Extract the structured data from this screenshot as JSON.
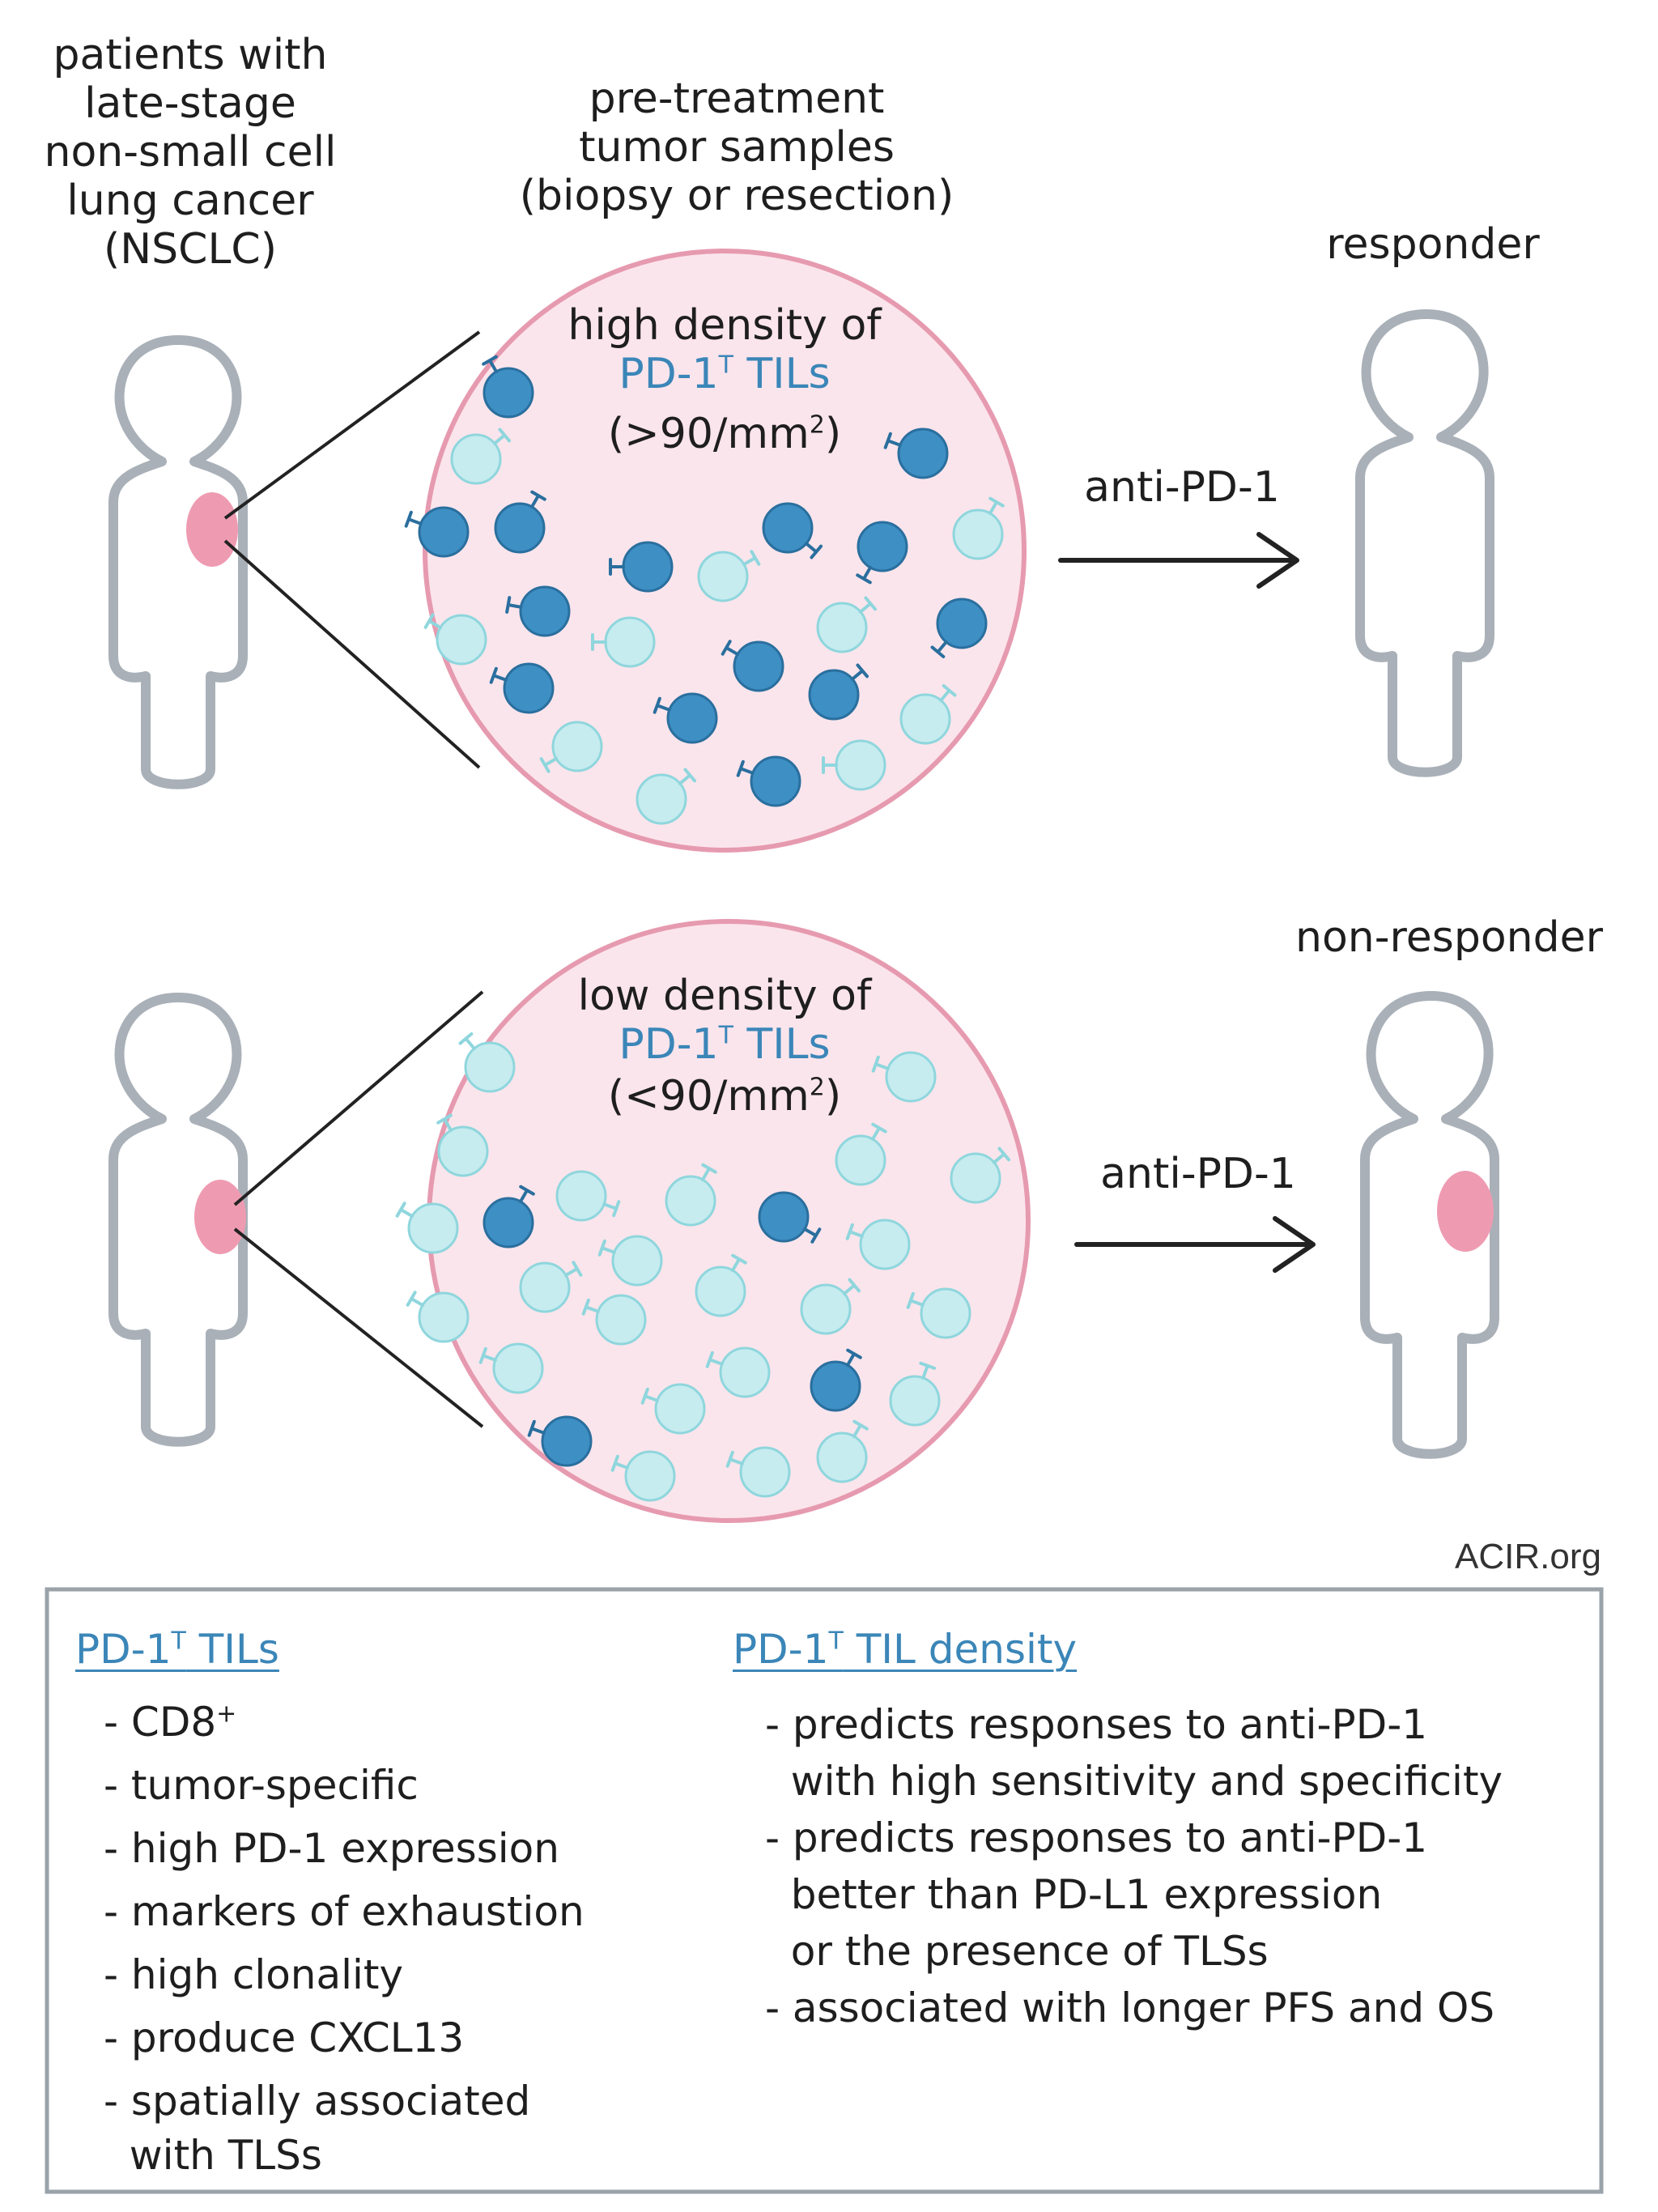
{
  "top_labels": {
    "patients": [
      "patients with",
      "late-stage",
      "non-small cell",
      "lung cancer",
      "(NSCLC)"
    ],
    "samples": [
      "pre-treatment",
      "tumor samples",
      "(biopsy or resection)"
    ]
  },
  "scenario_high": {
    "density_line": "high density of",
    "tils_prefix": "PD-1",
    "tils_sup": "T",
    "tils_suffix": " TILs",
    "threshold_prefix": "(>90/mm",
    "threshold_sup": "2",
    "threshold_suffix": ")",
    "treatment": "anti-PD-1",
    "outcome": "responder"
  },
  "scenario_low": {
    "density_line": "low density of",
    "tils_prefix": "PD-1",
    "tils_sup": "T",
    "tils_suffix": " TILs",
    "threshold_prefix": "(<90/mm",
    "threshold_sup": "2",
    "threshold_suffix": ")",
    "treatment": "anti-PD-1",
    "outcome": "non-responder"
  },
  "credit": "ACIR.org",
  "panel": {
    "left": {
      "title_prefix": "PD-1",
      "title_sup": "T",
      "title_suffix": " TILs",
      "items": [
        "- CD8",
        "- tumor-specific",
        "- high PD-1 expression",
        "- markers of exhaustion",
        "- high clonality",
        "- produce CXCL13",
        "- spatially associated",
        "  with TLSs"
      ],
      "cd8_sup": "+"
    },
    "right": {
      "title_prefix": "PD-1",
      "title_sup": "T",
      "title_suffix": " TIL density",
      "items": [
        "- predicts responses to anti-PD-1",
        "  with high sensitivity and specificity",
        "- predicts responses to anti-PD-1",
        "  better than PD-L1 expression",
        "  or the presence of TLSs",
        "- associated with longer PFS and OS"
      ]
    }
  },
  "colors": {
    "outline": "#a9b0b8",
    "tumor": "#ee9bb2",
    "circle_fill": "#fbe5ec",
    "circle_stroke": "#e69ab0",
    "pd1_cell": "#3d8fc4",
    "pd1_cell_stroke": "#2a6f9e",
    "other_cell": "#c6ecef",
    "other_cell_stroke": "#8fd6dd",
    "accent_blue": "#3b86b8",
    "panel_border": "#9aa2aa"
  }
}
